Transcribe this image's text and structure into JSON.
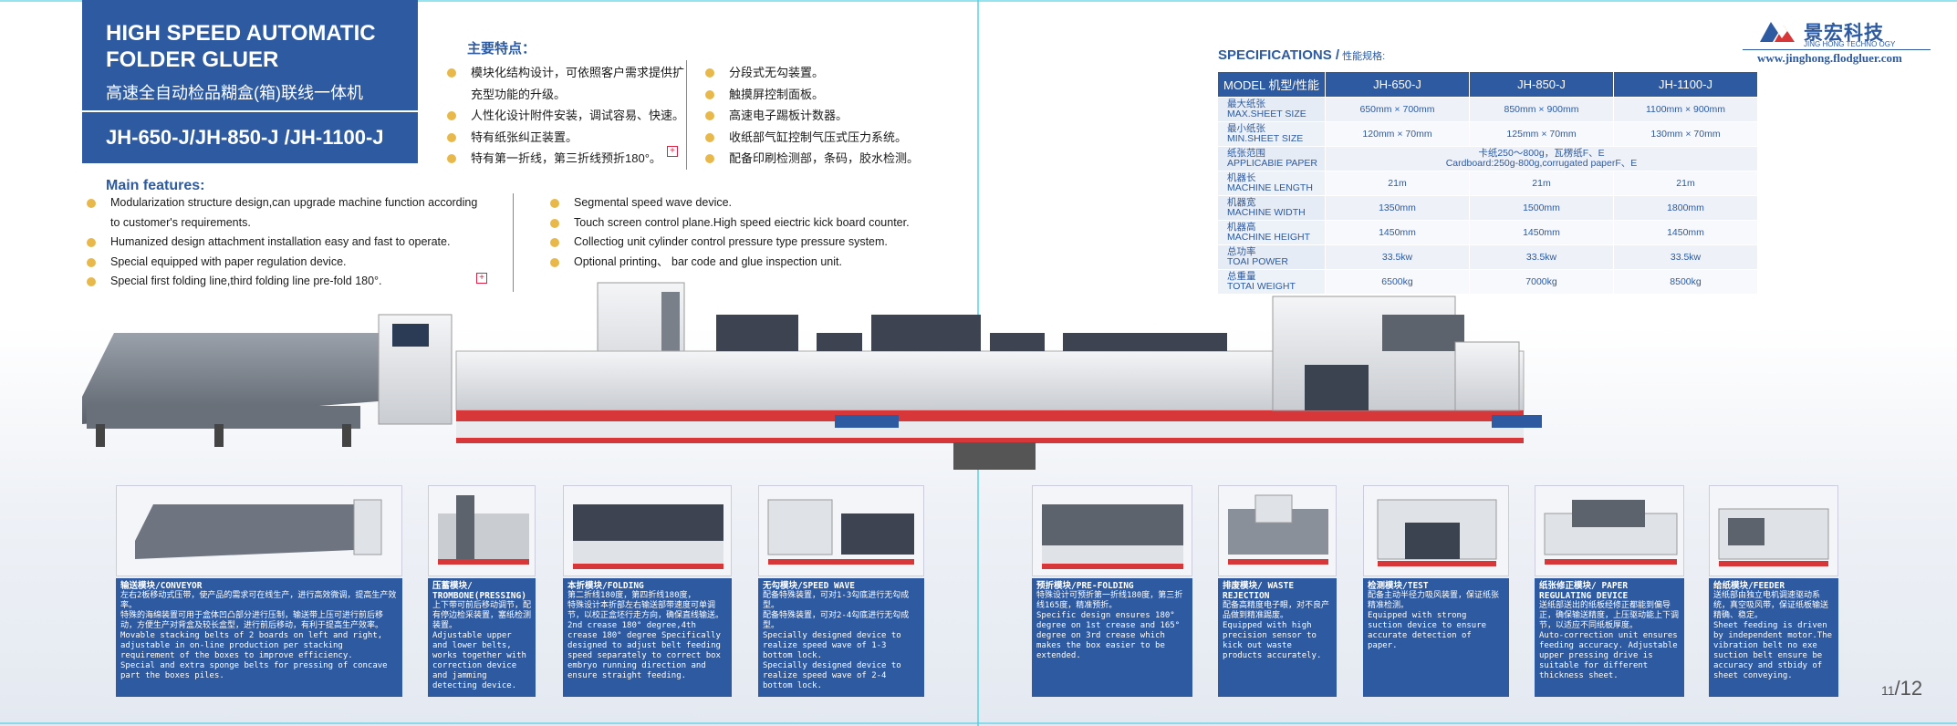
{
  "title": {
    "en": "HIGH SPEED AUTOMATIC FOLDER GLUER",
    "cn": "高速全自动检品糊盒(箱)联线一体机",
    "models": "JH-650-J/JH-850-J /JH-1100-J"
  },
  "cn_features": {
    "heading": "主要特点：",
    "left": [
      "模块化结构设计，可依照客户需求提供扩充型功能的升级。",
      "人性化设计附件安装，调试容易、快速。",
      "特有纸张纠正装置。",
      "特有第一折线，第三折线预折180°。"
    ],
    "right": [
      "分段式无勾装置。",
      "触摸屏控制面板。",
      "高速电子踢板计数器。",
      "收纸部气缸控制气压式压力系统。",
      "配备印刷检测部，条码，胶水检测。"
    ]
  },
  "en_features": {
    "heading": "Main features:",
    "left": [
      "Modularization structure design,can upgrade machine function according to customer's requirements.",
      "Humanized design attachment installation easy and fast to operate.",
      "Special equipped with paper regulation device.",
      "Special first folding line,third folding line pre-fold 180°."
    ],
    "right": [
      "Segmental speed wave device.",
      "Touch screen control plane.High speed eiectric kick board counter.",
      "Collectiog unit cylinder control pressure type pressure system.",
      "Optional printing、 bar code and glue inspection unit."
    ]
  },
  "logo": {
    "cn": "景宏科技",
    "en": "JING HONG TECHNO OGY",
    "website": "www.jinghong.flodgluer.com"
  },
  "specs": {
    "heading": "SPECIFICATIONS /",
    "heading_cn": " 性能规格:",
    "header": [
      "MODEL 机型/性能",
      "JH-650-J",
      "JH-850-J",
      "JH-1100-J"
    ],
    "rows": [
      {
        "cn": "最大纸张",
        "en": "MAX.SHEET SIZE",
        "values": [
          "650mm × 700mm",
          "850mm × 900mm",
          "1100mm × 900mm"
        ]
      },
      {
        "cn": "最小纸张",
        "en": "MIN.SHEET SIZE",
        "values": [
          "120mm × 70mm",
          "125mm × 70mm",
          "130mm × 70mm"
        ]
      },
      {
        "cn": "纸张范围",
        "en": "APPLICABIE PAPER",
        "merged": "卡纸250～800g，瓦楞纸F、E\nCardboard:250g-800g,corrugated paperF、E"
      },
      {
        "cn": "机器长",
        "en": "MACHINE LENGTH",
        "values": [
          "21m",
          "21m",
          "21m"
        ]
      },
      {
        "cn": "机器宽",
        "en": "MACHINE WIDTH",
        "values": [
          "1350mm",
          "1500mm",
          "1800mm"
        ]
      },
      {
        "cn": "机器高",
        "en": "MACHINE HEIGHT",
        "values": [
          "1450mm",
          "1450mm",
          "1450mm"
        ]
      },
      {
        "cn": "总功率",
        "en": "TOAI POWER",
        "values": [
          "33.5kw",
          "33.5kw",
          "33.5kw"
        ]
      },
      {
        "cn": "总重量",
        "en": "TOTAI WEIGHT",
        "values": [
          "6500kg",
          "7000kg",
          "8500kg"
        ]
      }
    ]
  },
  "modules": [
    {
      "title": "输送模块/CONVEYOR",
      "text": "左右2板移动式压带，使产品的需求可在线生产，进行高效微调，提高生产效率。\n特殊的海绵装置可用于盒体凹凸部分进行压制，输送带上压可进行前后移动，方便生产对背盒及较长盒型，进行前后移动，有利于提高生产效率。\nMovable stacking belts of 2 boards on left and right, adjustable in on-line production per stacking requirement of the boxes to improve efficiency.\nSpecial and extra sponge belts for pressing of concave part the boxes piles."
    },
    {
      "title": "压蓄模块/ TROMBONE(PRESSING)",
      "text": "上下带可前后移动调节，配有停边检采装置，塞纸检测装置。\nAdjustable upper and lower belts, works together with correction device and jamming detecting device."
    },
    {
      "title": "本折模块/FOLDING",
      "text": "第二折线180度，第四折线180度，\n特殊设计本折部左右输送部带速度可单调节，以校正盒坯行走方向，确保直线输送。\n2nd crease 180° degree,4th crease 180° degree Specifically designed to adjust belt feeding speed separately to correct box embryo running direction and ensure straight feeding."
    },
    {
      "title": "无勾模块/SPEED WAVE",
      "text": "配备特殊装置，可对1-3勾底进行无勾成型。\n配备特殊装置，可对2-4勾底进行无勾成型。\nSpecially designed device to realize speed wave of 1-3 bottom lock.\nSpecially designed device to realize speed wave of 2-4 bottom lock."
    },
    {
      "title": "预折模块/PRE-FOLDING",
      "text": "特殊设计可预折第一折线180度，第三折线165度，精准预折。\nSpecific design ensures 180° degree on 1st crease and 165° degree on 3rd crease which makes the box easier to be extended."
    },
    {
      "title": "排废模块/ WASTE REJECTION",
      "text": "配备高精度电子眼，对不良产品做到精准踢废。\nEquipped with high precision sensor to kick out waste products accurately."
    },
    {
      "title": "检测模块/TEST",
      "text": "配备主动半径力吸风装置，保证纸张精准检测。\nEquipped with strong suction device to ensure accurate detection of paper."
    },
    {
      "title": "纸张修正模块/ PAPER REGULATING DEVICE",
      "text": "送纸部送出的纸板经修正都能到偏导正，确保输送精度，上压驱动能上下调节，以适应不同纸板厚度。\nAuto-correction unit ensures feeding accuracy. Adjustable upper pressing drive is suitable for different thickness sheet."
    },
    {
      "title": "给纸模块/FEEDER",
      "text": "送纸部由独立电机调速驱动系统，真空吸风带，保证纸板输送精确、稳定。\nSheet feeding is driven by independent motor.The vibration belt no exe suction belt ensure be accuracy and stbidy of sheet conveying."
    }
  ],
  "page_number": {
    "current": "11",
    "total": "/12"
  },
  "colors": {
    "brand_blue": "#2d5aa0",
    "bullet": "#e8b84a",
    "accent_red": "#d8373a"
  }
}
